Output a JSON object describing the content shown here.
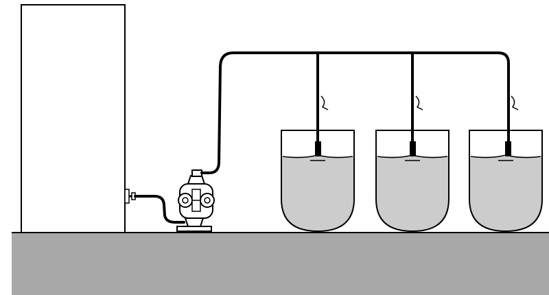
{
  "diagram": {
    "components": [
      {
        "name": "supply-tank",
        "kind": "tall storage tank"
      },
      {
        "name": "drain-valve",
        "kind": "outlet valve"
      },
      {
        "name": "suction-hose",
        "kind": "hose"
      },
      {
        "name": "diaphragm-pump",
        "kind": "pump"
      },
      {
        "name": "discharge-manifold",
        "kind": "overhead pipe"
      },
      {
        "name": "fill-nozzle",
        "kind": "nozzle",
        "count": 3
      },
      {
        "name": "receiving-vessel",
        "kind": "round-bottom vessel",
        "count": 3
      },
      {
        "name": "floor",
        "kind": "ground"
      }
    ],
    "colors": {
      "background": "#ffffff",
      "line": "#000000",
      "floor": "#a8a8a8",
      "liquid": "#cccccc"
    },
    "receiving_vessel_count": 3
  }
}
